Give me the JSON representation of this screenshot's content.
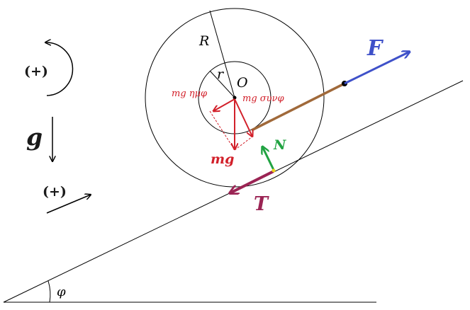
{
  "labels": {
    "R": "R",
    "r": "r",
    "O": "O",
    "F": "F",
    "mg_sin": "mg ημφ",
    "mg_cos": "mg συνφ",
    "mg": "mg",
    "N": "N",
    "T": "T",
    "g": "g",
    "plus_rotation": "(+)",
    "plus_translation": "(+)",
    "phi": "φ"
  },
  "colors": {
    "lines": "#000000",
    "weight_red": "#d2202a",
    "force_F_blue": "#3f51c9",
    "rope_brown": "#a0693a",
    "normal_green": "#21a342",
    "friction_T_purple": "#9b2454",
    "contact_point_yellow": "#f0d21a",
    "plus_text": "#1a1a1a"
  }
}
